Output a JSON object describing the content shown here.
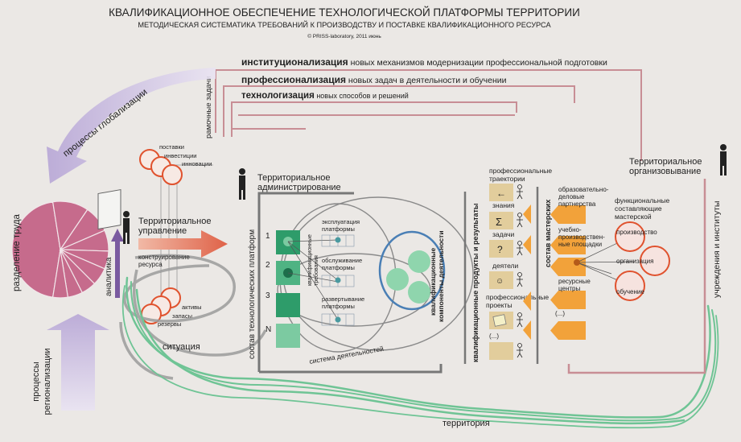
{
  "header": {
    "title": "КВАЛИФИКАЦИОННОЕ ОБЕСПЕЧЕНИЕ ТЕХНОЛОГИЧЕСКОЙ ПЛАТФОРМЫ ТЕРРИТОРИИ",
    "subtitle": "МЕТОДИЧЕСКАЯ СИСТЕМАТИКА ТРЕБОВАНИЙ К ПРОИЗВОДСТВУ И ПОСТАВКЕ КВАЛИФИКАЦИОННОГО РЕСУРСА",
    "copyright": "© PRISS-laboratory, 2011 июнь"
  },
  "frames": {
    "inst_bold": "институционализация",
    "inst_rest": " новых механизмов модернизации профессиональной подготовки",
    "prof_bold": "профессионализация",
    "prof_rest": " новых задач в деятельности и обучении",
    "tech_bold": "технологизация",
    "tech_rest": " новых способов и решений",
    "frame_tasks": "рамочные задачи"
  },
  "left": {
    "globalization": "процессы глобализации",
    "labor": "разделение труда",
    "regionalization_1": "процессы",
    "regionalization_2": "регионализации",
    "analytics": "аналитика",
    "supplies": "поставки",
    "investments": "инвестиции",
    "innovations": "инновации",
    "assets": "активы",
    "stocks": "запасы",
    "reserves": "резервы",
    "situation": "ситуация",
    "territorial_mgmt_1": "Территориальное",
    "territorial_mgmt_2": "управление",
    "resource_design_1": "конструирование",
    "resource_design_2": "ресурса"
  },
  "center": {
    "admin_1": "Территориальное",
    "admin_2": "администрирование",
    "platforms_composition": "состав технологических платформ",
    "num1": "1",
    "num2": "2",
    "num3": "3",
    "numN": "N",
    "qual_req_1": "квалификационные",
    "qual_req_2": "требования",
    "exploitation_1": "эксплуатация",
    "exploitation_2": "платформы",
    "service_1": "обслуживание",
    "service_2": "платформы",
    "deploy_1": "развертывание",
    "deploy_2": "платформы",
    "activity_system": "система деятельностей",
    "components_1": "квалификационные",
    "components_2": "компоненты деятельности"
  },
  "right": {
    "products_results": "квалификационные продукты и результаты",
    "traj_1": "профессиональные",
    "traj_2": "траектории",
    "knowledge": "знания",
    "tasks": "задачи",
    "actors": "деятели",
    "projects_1": "профессиональные",
    "projects_2": "проекты",
    "ellipsis": "(...)",
    "workshops": "состав мастерских",
    "edu_1": "образовательно-",
    "edu_2": "деловые",
    "edu_3": "партнерства",
    "sites_1": "учебно-",
    "sites_2": "производствен-",
    "sites_3": "ные площадки",
    "resource_centers_1": "ресурсные",
    "resource_centers_2": "центры",
    "ellipsis2": "(...)",
    "func_1": "функциональные",
    "func_2": "составляющие",
    "func_3": "мастерской",
    "production": "производство",
    "organization": "организация",
    "training": "обучение",
    "territorial_org_1": "Территориальное",
    "territorial_org_2": "организовывание",
    "institutions": "учреждения и институты"
  },
  "bottom": {
    "territory": "территория"
  },
  "pie_data": {
    "type": "pie",
    "slices": [
      0.45,
      0.12,
      0.09,
      0.07,
      0.06,
      0.06,
      0.05,
      0.05,
      0.05
    ]
  },
  "colors": {
    "pie": "#c66b8c",
    "pink_frame": "#c88e95",
    "lavender": "#c7b7dd",
    "red_arrow": "#df6248",
    "red_ring": "#e0522e",
    "green_bar": "#2e9c6a",
    "green_light": "#7ccaa1",
    "blue_ring": "#4a7fb5",
    "orange": "#f2a23a",
    "tan": "#e2cd9c",
    "grey_frame": "#777777",
    "ribbon": "#6fc495"
  }
}
